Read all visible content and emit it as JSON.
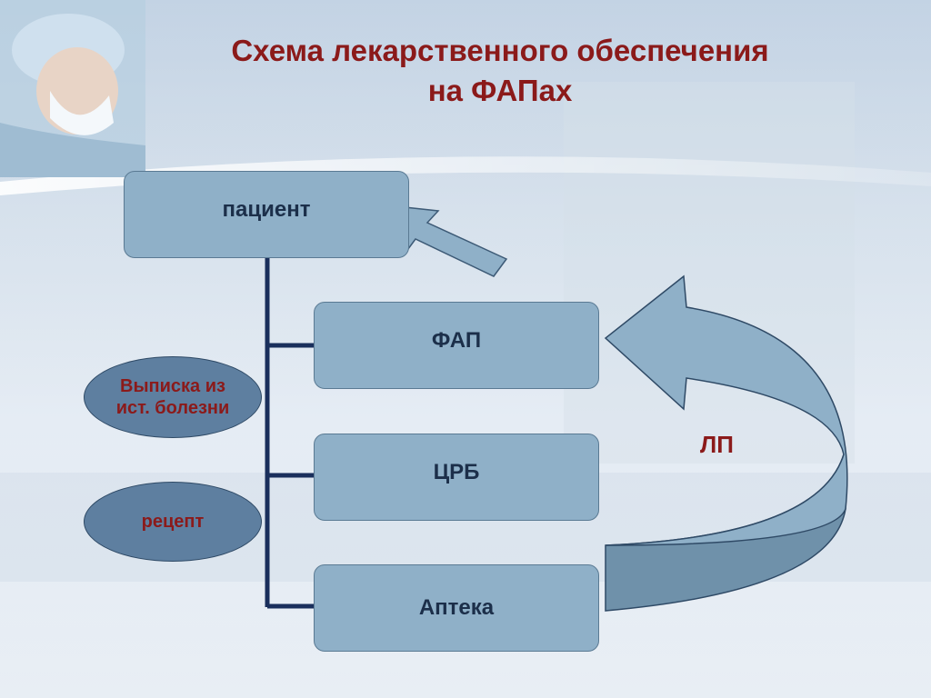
{
  "title": {
    "line1": "Схема лекарственного обеспечения",
    "line2": "на ФАПах"
  },
  "nodes": {
    "patient": "пациент",
    "fap": "ФАП",
    "crb": "ЦРБ",
    "apteka": "Аптека"
  },
  "documents": {
    "extract_line1": "Выписка из",
    "extract_line2": "ист. болезни",
    "recipe": "рецепт"
  },
  "flow_label": "ЛП",
  "colors": {
    "title": "#8b1a1a",
    "box_fill": "#8fb0c8",
    "connector": "#1a2f5c",
    "ellipse_fill": "#5e7fa0"
  }
}
